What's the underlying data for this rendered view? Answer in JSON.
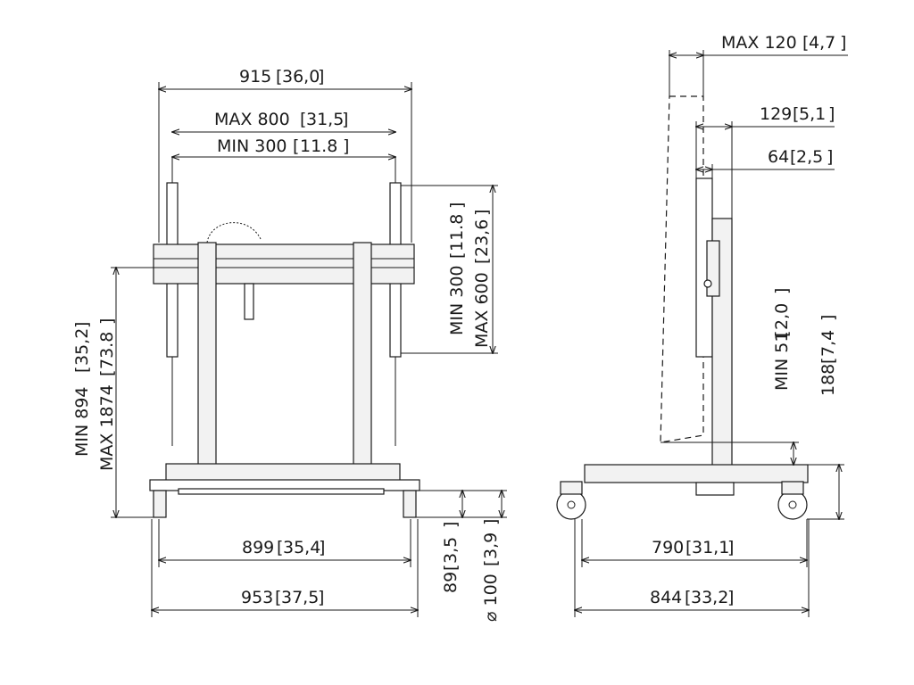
{
  "front_view": {
    "overall_width": "915",
    "overall_width_in": "36,0",
    "vesa_max_width": "MAX 800",
    "vesa_max_width_in": "31,5",
    "vesa_min_width": "MIN 300",
    "vesa_min_width_in": "11.8",
    "vesa_min_height": "MIN 300",
    "vesa_min_height_in": "11.8",
    "vesa_max_height": "MAX 600",
    "vesa_max_height_in": "23,6",
    "height_min": "MIN 894",
    "height_min_in": "35,2",
    "height_max": "MAX 1874",
    "height_max_in": "73.8",
    "caster_span": "899",
    "caster_span_in": "35,4",
    "base_width": "953",
    "base_width_in": "37,5",
    "caster_height": "89",
    "caster_height_in": "3,5",
    "caster_diameter": "⌀ 100",
    "caster_diameter_in": "3,9"
  },
  "side_view": {
    "tilt_offset": "MAX 120",
    "tilt_offset_in": "4,7",
    "depth_129": "129",
    "depth_129_in": "5,1",
    "depth_64": "64",
    "depth_64_in": "2,5",
    "screen_bottom_min": "MIN 51",
    "screen_bottom_min_in": "2,0",
    "base_height": "188",
    "base_height_in": "7,4",
    "caster_span": "790",
    "caster_span_in": "31,1",
    "base_depth": "844",
    "base_depth_in": "33,2"
  }
}
